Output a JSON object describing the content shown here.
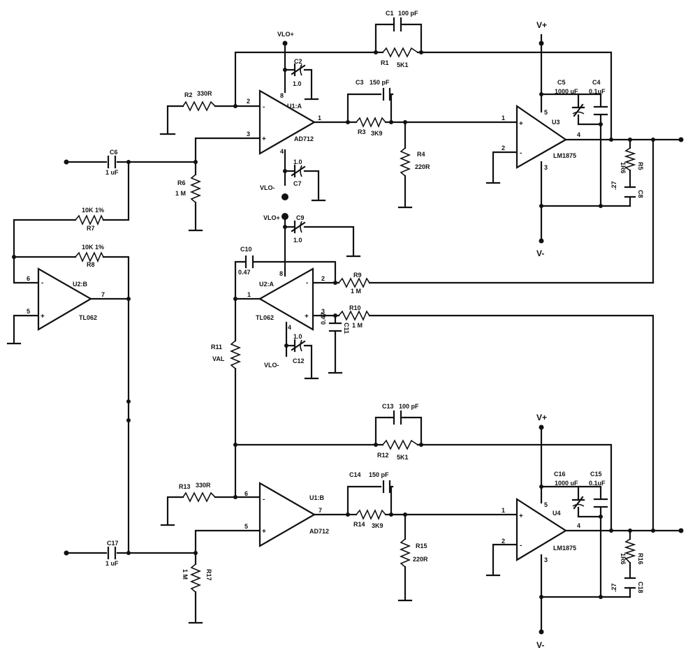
{
  "rails": {
    "vlo_plus": "VLO+",
    "vlo_minus": "VLO-",
    "v_plus": "V+",
    "v_minus": "V-"
  },
  "amps": {
    "u1a": {
      "ref": "U1:A",
      "part": "AD712"
    },
    "u1b": {
      "ref": "U1:B",
      "part": "AD712"
    },
    "u2a": {
      "ref": "U2:A",
      "part": "TL062"
    },
    "u2b": {
      "ref": "U2:B",
      "part": "TL062"
    },
    "u3": {
      "ref": "U3",
      "part": "LM1875"
    },
    "u4": {
      "ref": "U4",
      "part": "LM1875"
    }
  },
  "components": {
    "c1": {
      "ref": "C1",
      "value": "100 pF"
    },
    "r1": {
      "ref": "R1",
      "value": "5K1"
    },
    "c2": {
      "ref": "C2",
      "value": "1.0"
    },
    "r2": {
      "ref": "R2",
      "value": "330R"
    },
    "c3": {
      "ref": "C3",
      "value": "150 pF"
    },
    "r3": {
      "ref": "R3",
      "value": "3K9"
    },
    "r4": {
      "ref": "R4",
      "value": "220R"
    },
    "c5": {
      "ref": "C5",
      "value": "1000 uF"
    },
    "c4": {
      "ref": "C4",
      "value": "0.1uF"
    },
    "c6": {
      "ref": "C6",
      "value": "1 uF"
    },
    "r6": {
      "ref": "R6",
      "value": "1 M"
    },
    "c7": {
      "ref": "C7",
      "value": "1.0"
    },
    "r5": {
      "ref": "R5",
      "value": "1R6"
    },
    "c8": {
      "ref": "C8",
      "value": ".27"
    },
    "r7": {
      "ref": "R7",
      "value": "10K 1%"
    },
    "r8": {
      "ref": "R8",
      "value": "10K 1%"
    },
    "c9": {
      "ref": "C9",
      "value": "1.0"
    },
    "c10": {
      "ref": "C10",
      "value": "0.47"
    },
    "r9": {
      "ref": "R9",
      "value": "1 M"
    },
    "r10": {
      "ref": "R10",
      "value": "1 M"
    },
    "c11": {
      "ref": "C11",
      "value": "0.47"
    },
    "r11": {
      "ref": "R11",
      "value": "VAL"
    },
    "c12": {
      "ref": "C12",
      "value": "1.0"
    },
    "c13": {
      "ref": "C13",
      "value": "100 pF"
    },
    "r12": {
      "ref": "R12",
      "value": "5K1"
    },
    "c14": {
      "ref": "C14",
      "value": "150 pF"
    },
    "r14": {
      "ref": "R14",
      "value": "3K9"
    },
    "r13": {
      "ref": "R13",
      "value": "330R"
    },
    "r15": {
      "ref": "R15",
      "value": "220R"
    },
    "c16": {
      "ref": "C16",
      "value": "1000 uF"
    },
    "c15": {
      "ref": "C15",
      "value": "0.1uF"
    },
    "c17": {
      "ref": "C17",
      "value": "1 uF"
    },
    "r17": {
      "ref": "R17",
      "value": "1 M"
    },
    "r16": {
      "ref": "R16",
      "value": "1R6"
    },
    "c18": {
      "ref": "C18",
      "value": ".27"
    }
  },
  "pins": {
    "p1": "1",
    "p2": "2",
    "p3": "3",
    "p4": "4",
    "p5": "5",
    "p6": "6",
    "p7": "7",
    "p8": "8",
    "minus": "-",
    "plus": "+"
  }
}
